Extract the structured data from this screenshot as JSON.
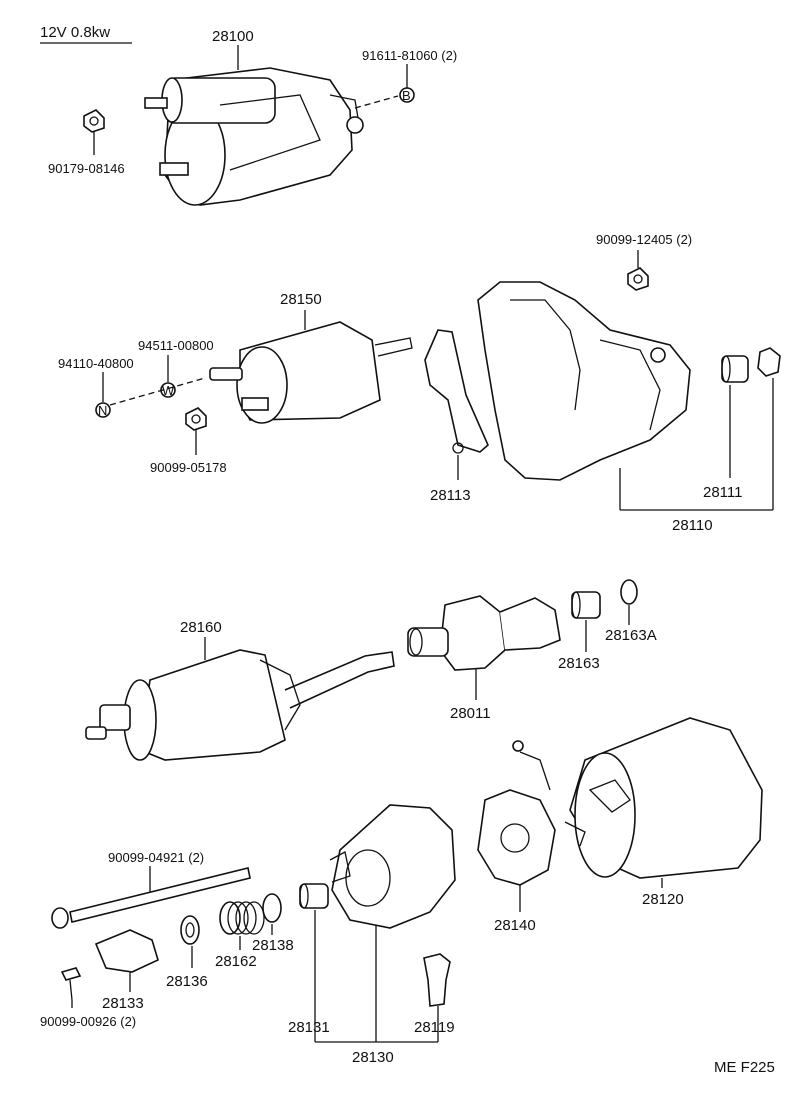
{
  "spec": "12V  0.8kw",
  "corner_code": "ME F225",
  "letters": {
    "B": "B",
    "W": "W",
    "N": "N"
  },
  "labels": {
    "p28100": "28100",
    "p91611": "91611-81060 (2)",
    "p90179": "90179-08146",
    "p90099_12405": "90099-12405 (2)",
    "p28150": "28150",
    "p94511": "94511-00800",
    "p94110": "94110-40800",
    "p90099_05178": "90099-05178",
    "p28113": "28113",
    "p28111": "28111",
    "p28110": "28110",
    "p28160": "28160",
    "p28163": "28163",
    "p28163A": "28163A",
    "p28011": "28011",
    "p90099_04921": "90099-04921 (2)",
    "p28120": "28120",
    "p28140": "28140",
    "p28138": "28138",
    "p28162": "28162",
    "p28136": "28136",
    "p28133": "28133",
    "p90099_00926": "90099-00926 (2)",
    "p28131": "28131",
    "p28119": "28119",
    "p28130": "28130"
  }
}
